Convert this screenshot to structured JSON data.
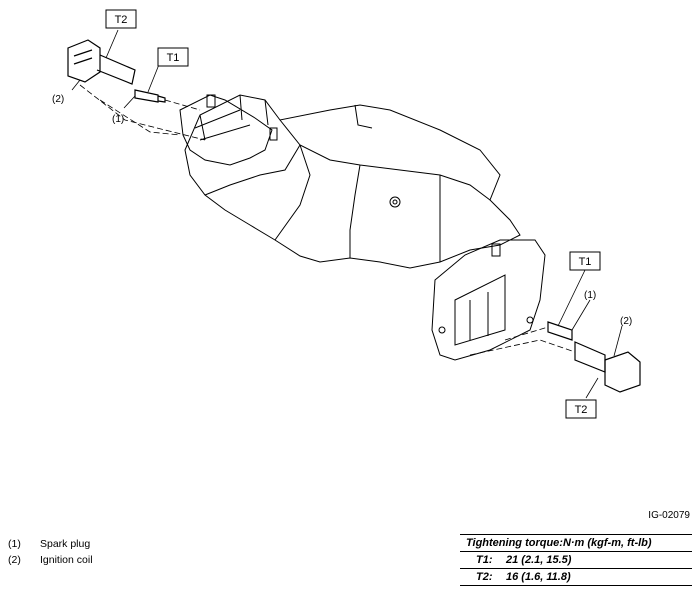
{
  "callouts": {
    "t1_top": "T1",
    "t2_top": "T2",
    "t1_bottom": "T1",
    "t2_bottom": "T2",
    "n1_top": "(1)",
    "n2_top": "(2)",
    "n1_bottom": "(1)",
    "n2_bottom": "(2)"
  },
  "figure_id": "IG-02079",
  "legend": [
    {
      "num": "(1)",
      "label": "Spark plug"
    },
    {
      "num": "(2)",
      "label": "Ignition coil"
    }
  ],
  "torque": {
    "title": "Tightening torque:N·m (kgf-m, ft-lb)",
    "rows": [
      {
        "key": "T1:",
        "value": "21 (2.1, 15.5)"
      },
      {
        "key": "T2:",
        "value": "16 (1.6, 11.8)"
      }
    ]
  }
}
